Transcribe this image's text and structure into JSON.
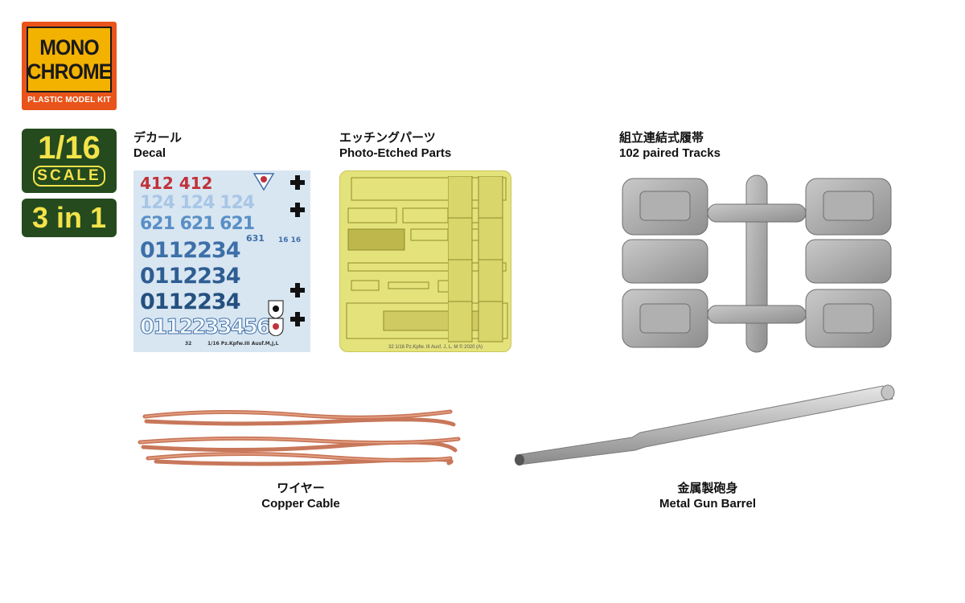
{
  "logo": {
    "line1": "MONO",
    "line2": "CHROME",
    "tagline": "PLASTIC MODEL KIT"
  },
  "badges": {
    "scale_number": "1/16",
    "scale_word": "SCALE",
    "kit": "3 in 1"
  },
  "items": {
    "decal": {
      "jp": "デカール",
      "en": "Decal"
    },
    "photo_etched": {
      "jp": "エッチングパーツ",
      "en": "Photo-Etched Parts"
    },
    "tracks": {
      "jp": "組立連結式履帯",
      "en": "102 paired Tracks"
    },
    "cable": {
      "jp": "ワイヤー",
      "en": "Copper Cable"
    },
    "barrel": {
      "jp": "金属製砲身",
      "en": "Metal Gun Barrel"
    }
  },
  "decal_sheet": {
    "row1": "412 412",
    "row2": "124 124 124",
    "row3": "621 621 621",
    "row4": "0112234",
    "row5": "0112234",
    "row6": "0112234",
    "row7": "0112233456",
    "side": "631",
    "small": "16 16",
    "sheet_number": "32",
    "caption": "1/16  Pz.Kpfw.III Ausf.M,J,L"
  },
  "pe_sheet": {
    "caption": "32    1/16    Pz.Kpfw. III Ausf. J, L, M    © 2020 (A)"
  },
  "colors": {
    "logo_orange": "#e8541a",
    "logo_yellow": "#f4b200",
    "badge_green": "#244a1e",
    "badge_text": "#f3e34a"
  }
}
